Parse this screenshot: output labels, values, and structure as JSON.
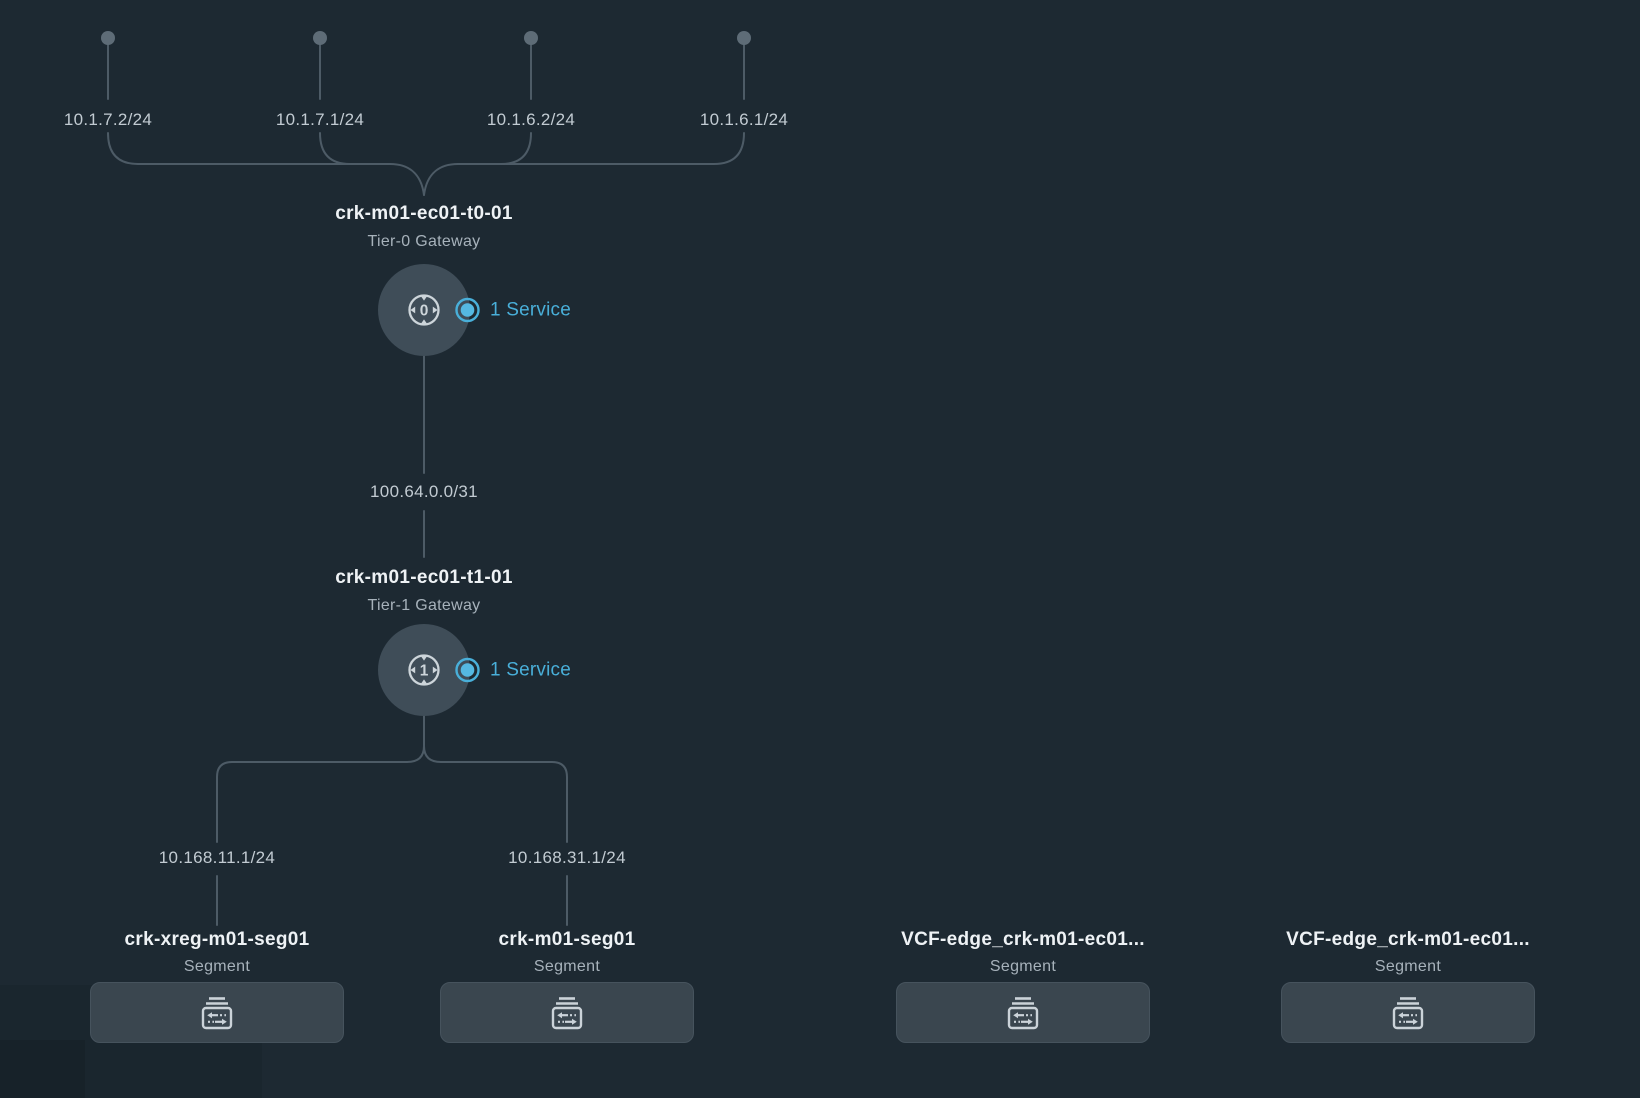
{
  "colors": {
    "background": "#1d2932",
    "accent_blue": "#49afd9",
    "connector_line": "#4d5b66",
    "node_fill": "#3f4d58",
    "segment_box_fill": "#3a464f",
    "title_text": "#eef2f5",
    "subtitle_text": "#a7b2bb",
    "ip_text": "#c2cbd2"
  },
  "tier0_gateway": {
    "name": "crk-m01-ec01-t0-01",
    "type_label": "Tier-0 Gateway",
    "icon_digit": "0",
    "services_label": "1 Service",
    "uplinks": [
      {
        "ip": "10.1.7.2/24"
      },
      {
        "ip": "10.1.7.1/24"
      },
      {
        "ip": "10.1.6.2/24"
      },
      {
        "ip": "10.1.6.1/24"
      }
    ]
  },
  "router_link": {
    "ip": "100.64.0.0/31"
  },
  "tier1_gateway": {
    "name": "crk-m01-ec01-t1-01",
    "type_label": "Tier-1 Gateway",
    "icon_digit": "1",
    "services_label": "1 Service"
  },
  "segments": [
    {
      "name": "crk-xreg-m01-seg01",
      "type_label": "Segment",
      "ip": "10.168.11.1/24"
    },
    {
      "name": "crk-m01-seg01",
      "type_label": "Segment",
      "ip": "10.168.31.1/24"
    },
    {
      "name": "VCF-edge_crk-m01-ec01...",
      "type_label": "Segment"
    },
    {
      "name": "VCF-edge_crk-m01-ec01...",
      "type_label": "Segment"
    }
  ]
}
